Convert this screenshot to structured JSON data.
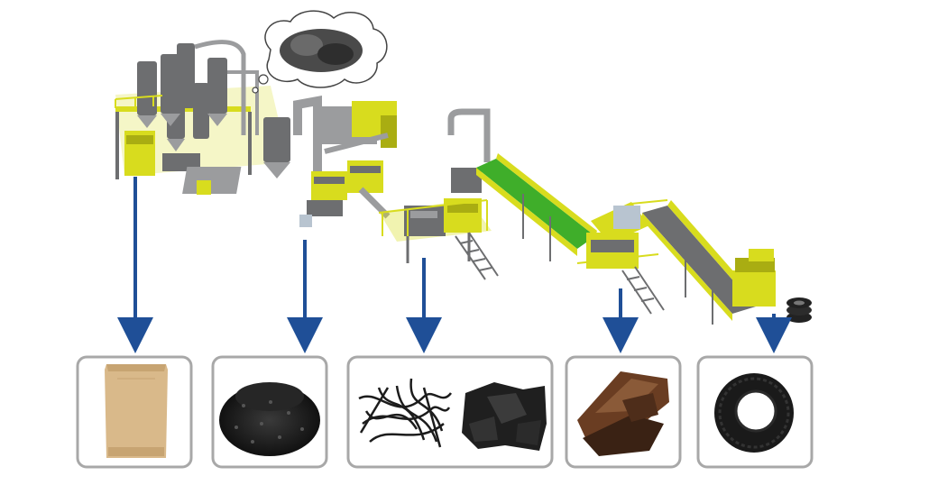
{
  "colors": {
    "machine_yellow": "#d8dc1e",
    "machine_yellow_dark": "#a9ad12",
    "machine_grey": "#6d6e70",
    "machine_grey_light": "#9b9c9e",
    "conveyor_green": "#3fae2a",
    "arrow_blue": "#1f4f97",
    "box_border": "#a8a8a8",
    "rubber_black": "#1c1c1c"
  },
  "diagram": {
    "stages": [
      {
        "name": "fine-powder-mill",
        "output_icons": [
          "powder-bag-icon"
        ]
      },
      {
        "name": "rubber-granulator",
        "output_icons": [
          "rubber-granules-icon"
        ]
      },
      {
        "name": "wire-separator",
        "output_icons": [
          "steel-wire-icon",
          "rubber-chips-icon"
        ]
      },
      {
        "name": "tire-shredder",
        "output_icons": [
          "tire-shred-icon"
        ]
      },
      {
        "name": "tire-feed-conveyor",
        "output_icons": [
          "whole-tire-icon"
        ]
      }
    ],
    "byproduct_icon": "fiber-cloud-icon"
  }
}
